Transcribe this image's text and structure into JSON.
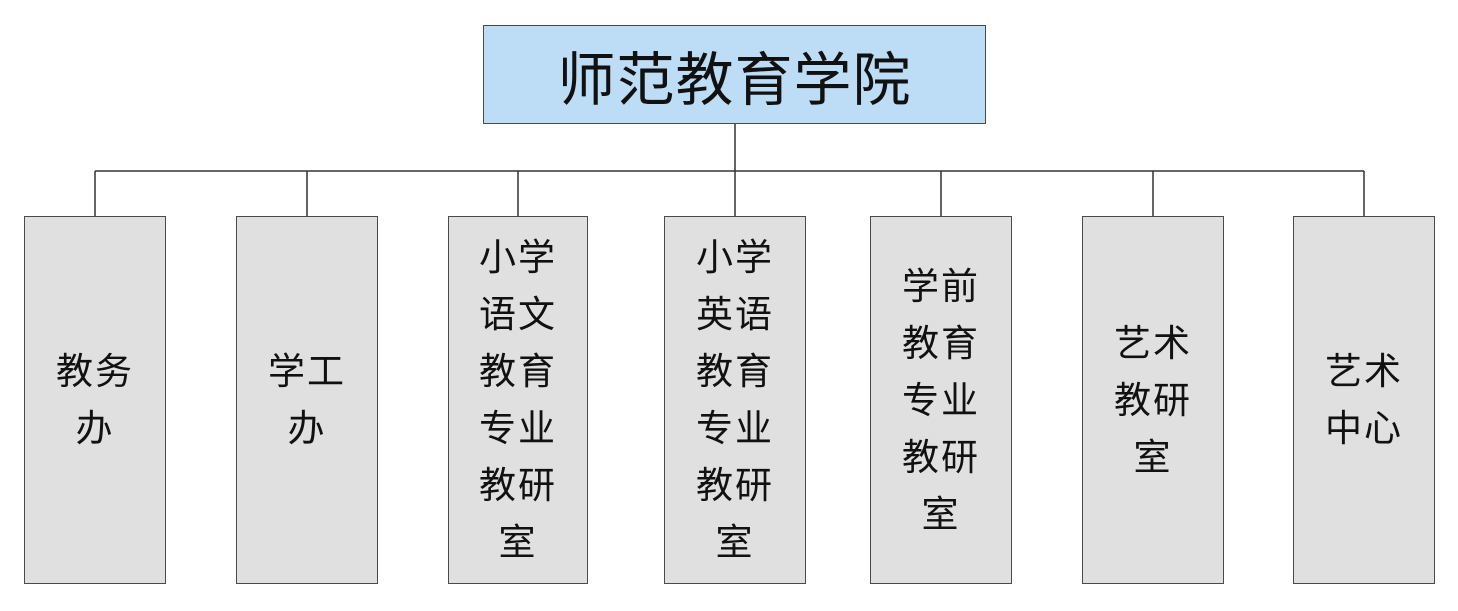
{
  "root": {
    "label": "师范教育学院",
    "color": "#bddcf6"
  },
  "children_color": "#e0e0e0",
  "children": [
    {
      "lines": [
        "教务",
        "办"
      ]
    },
    {
      "lines": [
        "学工",
        "办"
      ]
    },
    {
      "lines": [
        "小学",
        "语文",
        "教育",
        "专业",
        "教研",
        "室"
      ]
    },
    {
      "lines": [
        "小学",
        "英语",
        "教育",
        "专业",
        "教研",
        "室"
      ]
    },
    {
      "lines": [
        "学前",
        "教育",
        "专业",
        "教研",
        "室"
      ]
    },
    {
      "lines": [
        "艺术",
        "教研",
        "室"
      ]
    },
    {
      "lines": [
        "艺术",
        "中心"
      ]
    }
  ]
}
